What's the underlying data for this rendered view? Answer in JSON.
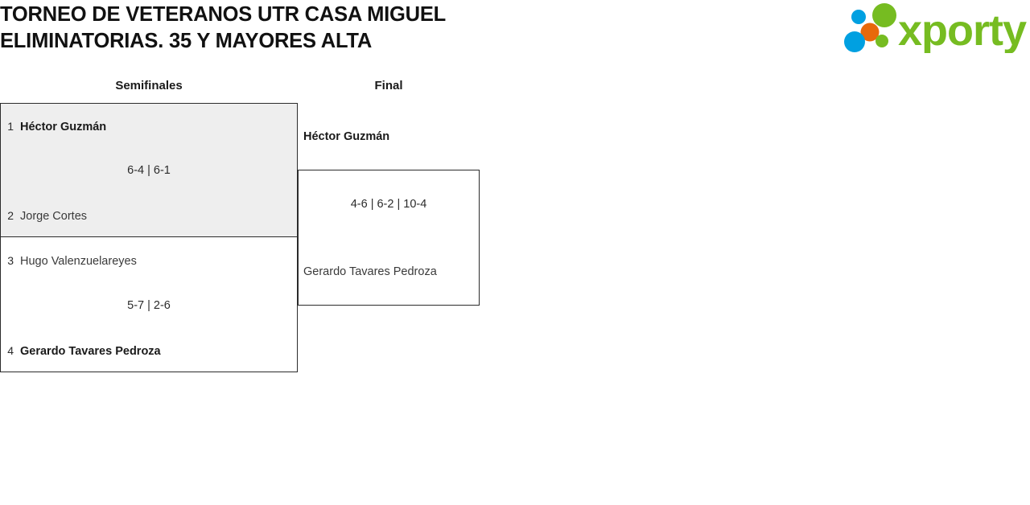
{
  "header": {
    "title": "TORNEO DE VETERANOS UTR CASA MIGUEL\nELIMINATORIAS. 35 Y MAYORES ALTA",
    "logo": {
      "name": "xporty-logo",
      "wordmark": "xporty",
      "colors": {
        "green": "#76bc21",
        "blue": "#00a0e1",
        "orange": "#e8690b"
      }
    }
  },
  "bracket": {
    "rounds": [
      {
        "label": "Semifinales"
      },
      {
        "label": "Final"
      }
    ],
    "matches": [
      {
        "id": "sf1",
        "round": "Semifinales",
        "shaded": true,
        "score": "6-4 | 6-1",
        "players": [
          {
            "seed": "1",
            "name": "Héctor Guzmán",
            "winner": true
          },
          {
            "seed": "2",
            "name": "Jorge Cortes",
            "winner": false
          }
        ]
      },
      {
        "id": "sf2",
        "round": "Semifinales",
        "shaded": false,
        "score": "5-7 | 2-6",
        "players": [
          {
            "seed": "3",
            "name": "Hugo Valenzuelareyes",
            "winner": false
          },
          {
            "seed": "4",
            "name": "Gerardo Tavares Pedroza",
            "winner": true
          }
        ]
      },
      {
        "id": "final",
        "round": "Final",
        "shaded": false,
        "score": "4-6 | 6-2 | 10-4",
        "players": [
          {
            "seed": "",
            "name": "Héctor Guzmán",
            "winner": true
          },
          {
            "seed": "",
            "name": "Gerardo Tavares Pedroza",
            "winner": false
          }
        ]
      }
    ]
  }
}
